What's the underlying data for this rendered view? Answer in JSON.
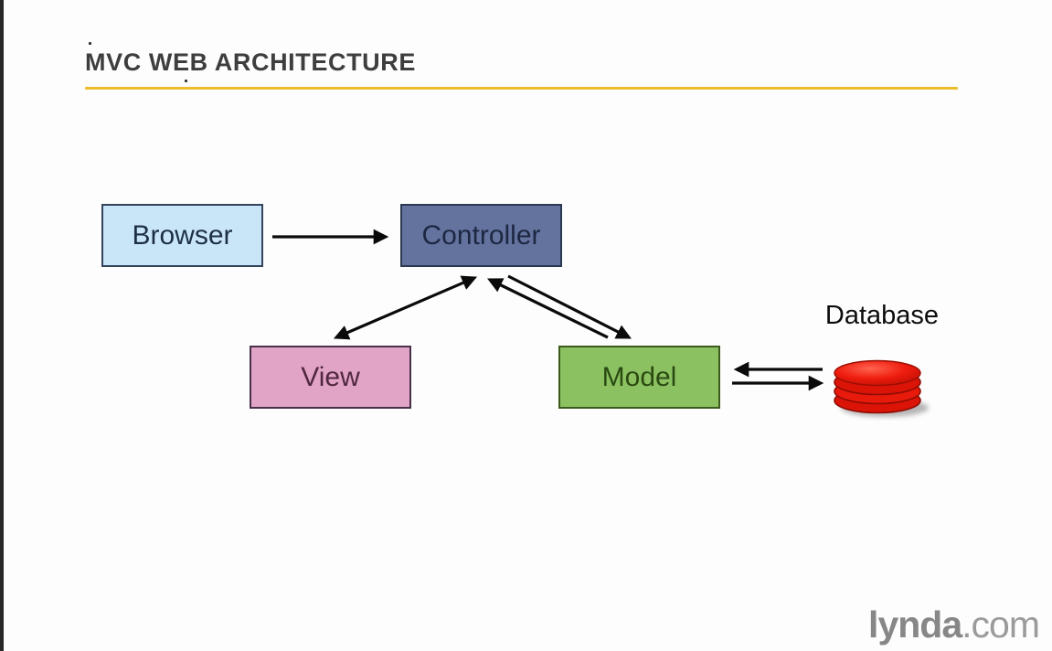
{
  "slide": {
    "title": "MVC WEB ARCHITECTURE",
    "title_color": "#3E3E3E",
    "accent_rule_color": "#ECBE2D",
    "background_color": "#FDFDFD"
  },
  "diagram": {
    "nodes": [
      {
        "id": "browser",
        "label": "Browser",
        "fill": "#C9E6F8",
        "border": "#33445C",
        "text_color": "#1E3044"
      },
      {
        "id": "controller",
        "label": "Controller",
        "fill": "#63739E",
        "border": "#2A3850",
        "text_color": "#1D2742"
      },
      {
        "id": "view",
        "label": "View",
        "fill": "#E2A4C6",
        "border": "#46304A",
        "text_color": "#50283F"
      },
      {
        "id": "model",
        "label": "Model",
        "fill": "#8CC162",
        "border": "#3A5A1E",
        "text_color": "#2A4A12"
      }
    ],
    "database": {
      "label": "Database",
      "label_color": "#0D0D0D",
      "icon": "database-cylinder-icon",
      "icon_color": "#E3170A"
    },
    "edges": [
      {
        "from": "browser",
        "to": "controller",
        "style": "single-arrow"
      },
      {
        "from": "controller",
        "to": "view",
        "style": "double-headed-arrow"
      },
      {
        "from": "model",
        "to": "controller",
        "style": "single-arrow"
      },
      {
        "from": "controller",
        "to": "model",
        "style": "single-arrow"
      },
      {
        "from": "database",
        "to": "model",
        "style": "single-arrow"
      },
      {
        "from": "model",
        "to": "database",
        "style": "single-arrow"
      }
    ],
    "arrow_color": "#0A0A0A"
  },
  "branding": {
    "logo_primary": "lynda",
    "logo_suffix": ".com",
    "logo_primary_color": "#878787",
    "logo_suffix_color": "#9B9B9B"
  }
}
